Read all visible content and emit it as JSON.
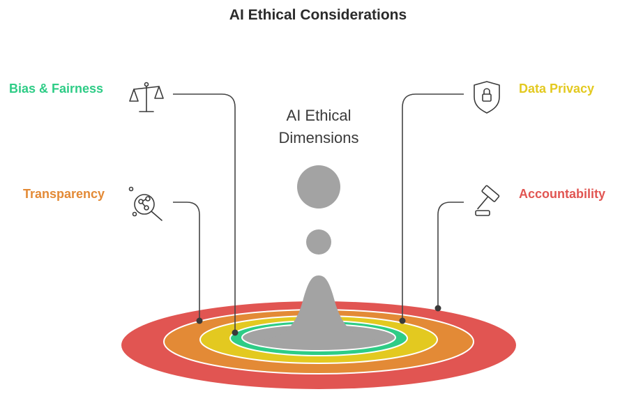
{
  "title": "AI Ethical Considerations",
  "center": {
    "line1": "AI Ethical",
    "line2": "Dimensions"
  },
  "dimensions": {
    "bias": {
      "label": "Bias & Fairness",
      "color": "#2ecc86",
      "icon": "scales-icon"
    },
    "transparency": {
      "label": "Transparency",
      "color": "#e38a36",
      "icon": "magnifier-network-icon"
    },
    "privacy": {
      "label": "Data Privacy",
      "color": "#e3c920",
      "icon": "shield-lock-icon"
    },
    "accountability": {
      "label": "Accountability",
      "color": "#e15552",
      "icon": "gavel-icon"
    }
  },
  "rings": {
    "outer": "#e15552",
    "second": "#e38a36",
    "third": "#e3c920",
    "fourth": "#2ecc86",
    "core": "#a3a3a3"
  }
}
